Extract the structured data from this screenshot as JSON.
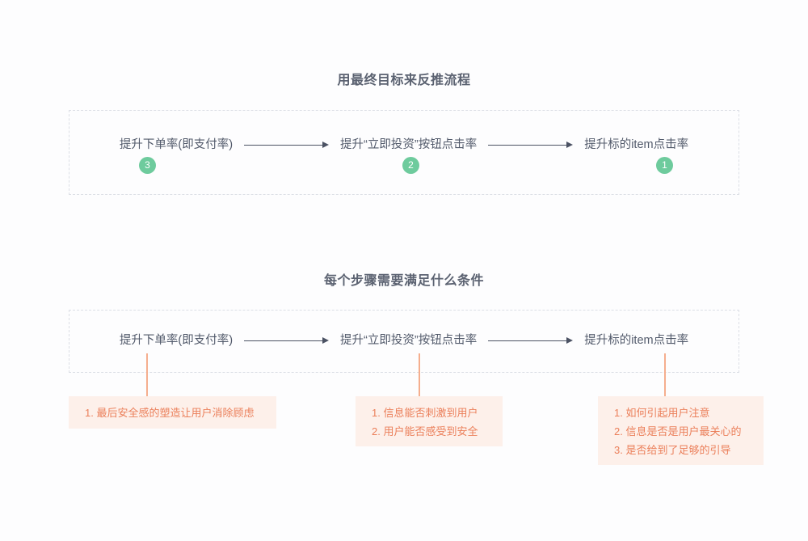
{
  "sections": [
    {
      "title": "用最终目标来反推流程",
      "nodes": [
        {
          "label": "提升下单率(即支付率)",
          "badge": "3"
        },
        {
          "label": "提升“立即投资”按钮点击率",
          "badge": "2"
        },
        {
          "label": "提升标的item点击率",
          "badge": "1"
        }
      ]
    },
    {
      "title": "每个步骤需要满足什么条件",
      "nodes": [
        {
          "label": "提升下单率(即支付率)"
        },
        {
          "label": "提升“立即投资”按钮点击率"
        },
        {
          "label": "提升标的item点击率"
        }
      ],
      "notes": [
        {
          "lines": [
            "1. 最后安全感的塑造让用户消除顾虑"
          ]
        },
        {
          "lines": [
            "1. 信息能否刺激到用户",
            "2. 用户能否感受到安全"
          ]
        },
        {
          "lines": [
            "1. 如何引起用户注意",
            "2. 信息是否是用户最关心的",
            "3. 是否给到了足够的引导"
          ]
        }
      ]
    }
  ],
  "colors": {
    "background": "#fdfdfe",
    "title_text": "#5b6271",
    "node_text": "#525a6b",
    "arrow": "#4b5263",
    "badge_bg": "#6ecb9d",
    "badge_text": "#ffffff",
    "container_border": "#dcdfe6",
    "connector": "#f5ae8e",
    "note_bg": "#fdf0ea",
    "note_text": "#eb7f5a"
  }
}
